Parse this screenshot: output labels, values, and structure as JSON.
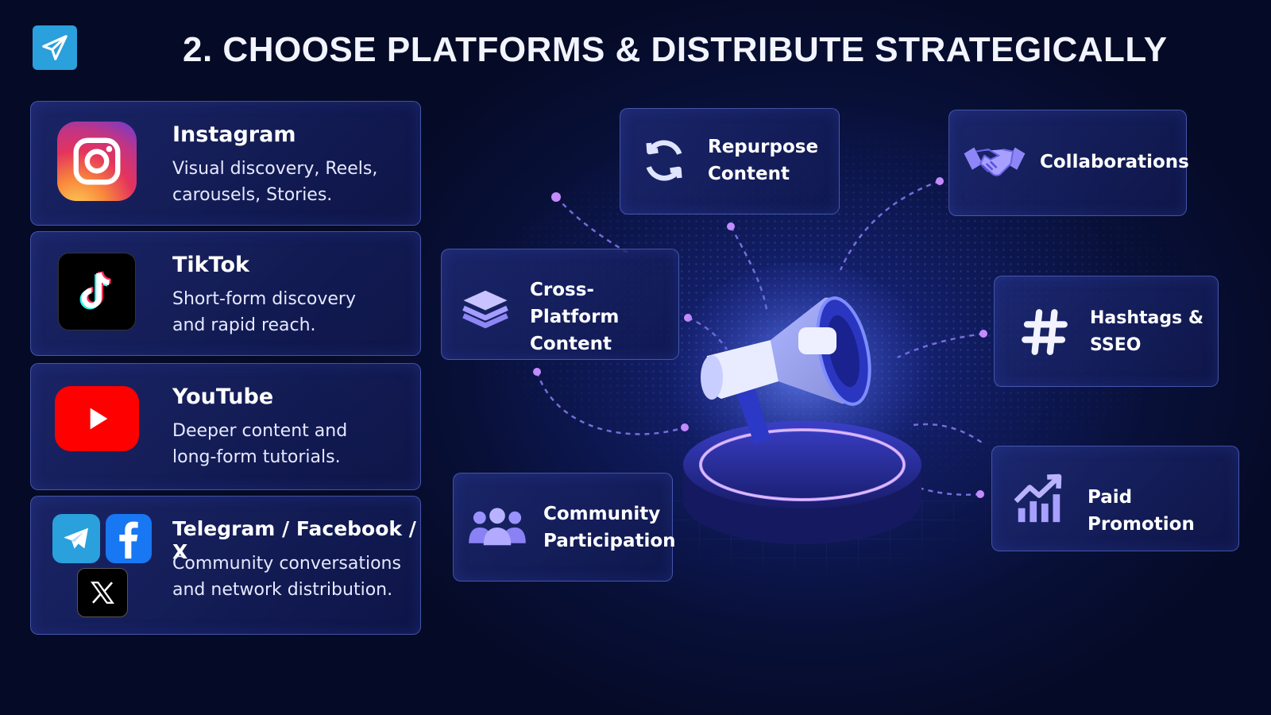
{
  "header": {
    "title": "2. CHOOSE PLATFORMS & DISTRIBUTE STRATEGICALLY",
    "logo_icon": "telegram-paper-plane-icon"
  },
  "platforms": [
    {
      "name": "Instagram",
      "desc_line1": "Visual discovery, Reels,",
      "desc_line2": "carousels, Stories.",
      "icon": "instagram-icon"
    },
    {
      "name": "TikTok",
      "desc_line1": "Short-form discovery",
      "desc_line2": "and rapid reach.",
      "icon": "tiktok-icon"
    },
    {
      "name": "YouTube",
      "desc_line1": "Deeper content and",
      "desc_line2": "long-form tutorials.",
      "icon": "youtube-icon"
    },
    {
      "name": "Telegram / Facebook / X",
      "desc_line1": "Community conversations",
      "desc_line2": "and network distribution.",
      "icon": "telegram-facebook-x-icons"
    }
  ],
  "tactics": {
    "repurpose": {
      "line1": "Repurpose",
      "line2": "Content",
      "icon": "refresh-arrows-icon"
    },
    "collaborations": {
      "line1": "Collaborations",
      "icon": "handshake-icon"
    },
    "cross_platform": {
      "line1": "Cross-Platform",
      "line2": "Content",
      "icon": "layers-icon"
    },
    "hashtags": {
      "line1": "Hashtags &",
      "line2": "SSEO",
      "icon": "hashtag-icon"
    },
    "community": {
      "line1": "Community",
      "line2": "Participation",
      "icon": "people-group-icon"
    },
    "paid": {
      "line1": "Paid Promotion",
      "icon": "bar-chart-growth-icon"
    }
  },
  "hub": {
    "icon": "megaphone-icon"
  },
  "colors": {
    "background": "#081038",
    "card_border": "#6e82e6",
    "accent_purple": "#a874ff",
    "telegram_blue": "#2aa0dc",
    "youtube_red": "#ff0000",
    "facebook_blue": "#1877f2"
  }
}
